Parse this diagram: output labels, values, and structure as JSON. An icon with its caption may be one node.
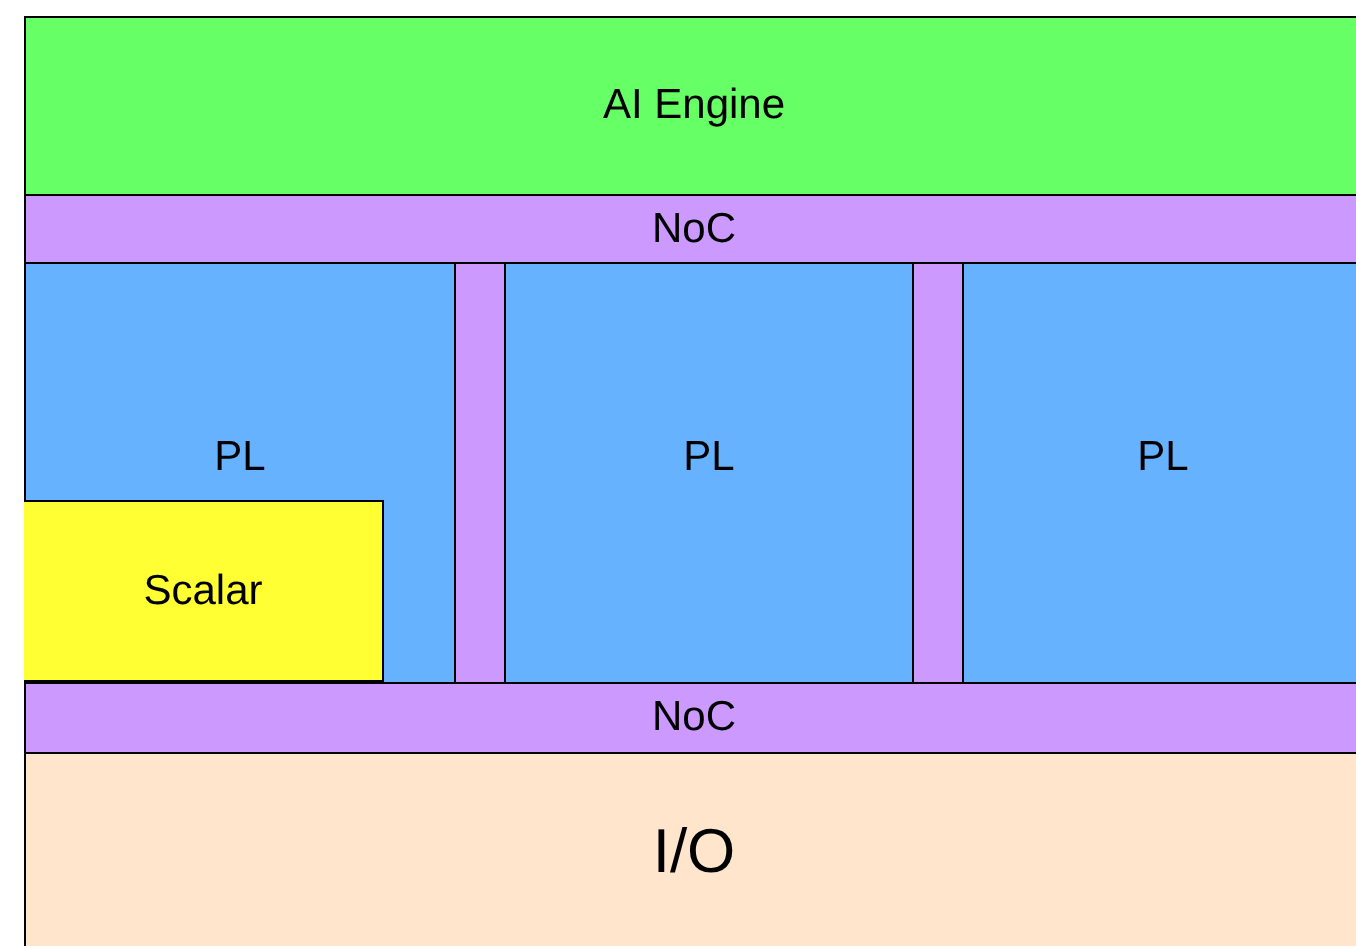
{
  "diagram": {
    "nodes": [
      {
        "text": [
          "AI Engine"
        ]
      },
      {
        "text": [
          "NoC"
        ]
      },
      {
        "text": [
          "PL"
        ]
      },
      {
        "text": [
          "Scalar"
        ],
        "in": 2
      },
      {
        "text": [],
        "shape": "bar"
      },
      {
        "text": [
          "PL"
        ]
      },
      {
        "text": [],
        "shape": "bar"
      },
      {
        "text": [
          "PL"
        ]
      },
      {
        "text": [
          "NoC"
        ]
      },
      {
        "text": [
          "I/O"
        ]
      }
    ]
  }
}
